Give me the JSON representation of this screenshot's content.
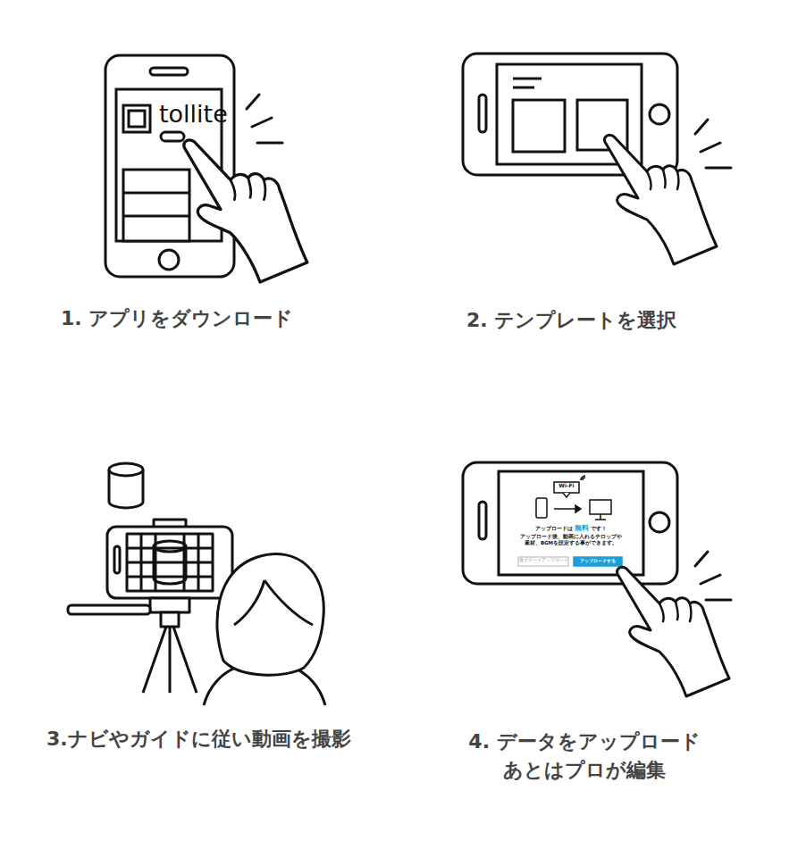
{
  "diagram": {
    "labels": [
      "tollite",
      "1. アプリをダウンロード",
      "2. テンプレートを選択",
      "Wi-Fi",
      "アップロードは",
      "無料",
      "です！",
      "アップロード後、動画に入れるテロップや素材、BGMを設定する事ができます。",
      "後でデータアップロード",
      "アップロードする",
      "3.ナビやガイドに従い動画を撮影",
      "4. データをアップロード あとはプロが編集"
    ]
  }
}
